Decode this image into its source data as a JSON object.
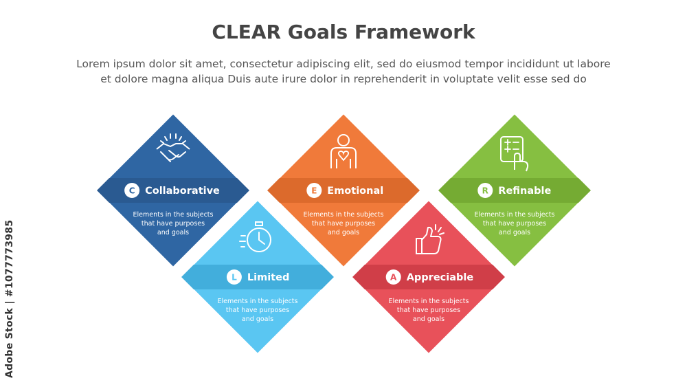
{
  "header": {
    "title": "CLEAR Goals Framework",
    "subtitle_line1": "Lorem ipsum dolor sit amet, consectetur adipiscing elit, sed do eiusmod tempor incididunt ut labore",
    "subtitle_line2": "et dolore magna aliqua Duis aute irure dolor in reprehenderit in voluptate velit esse sed do"
  },
  "watermark": "Adobe Stock | #1077773985",
  "items": [
    {
      "letter": "C",
      "label": "Collaborative",
      "color": "#2f66a3",
      "band": "#2a5a91",
      "icon": "handshake-icon",
      "desc": [
        "Elements in the subjects",
        "that have purposes",
        "and  goals"
      ]
    },
    {
      "letter": "L",
      "label": "Limited",
      "color": "#5ac6f2",
      "band": "#42aedc",
      "icon": "stopwatch-icon",
      "desc": [
        "Elements in the subjects",
        "that have purposes",
        "and  goals"
      ]
    },
    {
      "letter": "E",
      "label": "Emotional",
      "color": "#f07a3a",
      "band": "#dc6a2c",
      "icon": "person-heart-icon",
      "desc": [
        "Elements in the subjects",
        "that have purposes",
        "and  goals"
      ]
    },
    {
      "letter": "A",
      "label": "Appreciable",
      "color": "#e8515a",
      "band": "#d03e48",
      "icon": "thumbs-up-icon",
      "desc": [
        "Elements in the subjects",
        "that have purposes",
        "and  goals"
      ]
    },
    {
      "letter": "R",
      "label": "Refinable",
      "color": "#86bf41",
      "band": "#75ab33",
      "icon": "settings-panel-icon",
      "desc": [
        "Elements in the subjects",
        "that have purposes",
        "and  goals"
      ]
    }
  ]
}
